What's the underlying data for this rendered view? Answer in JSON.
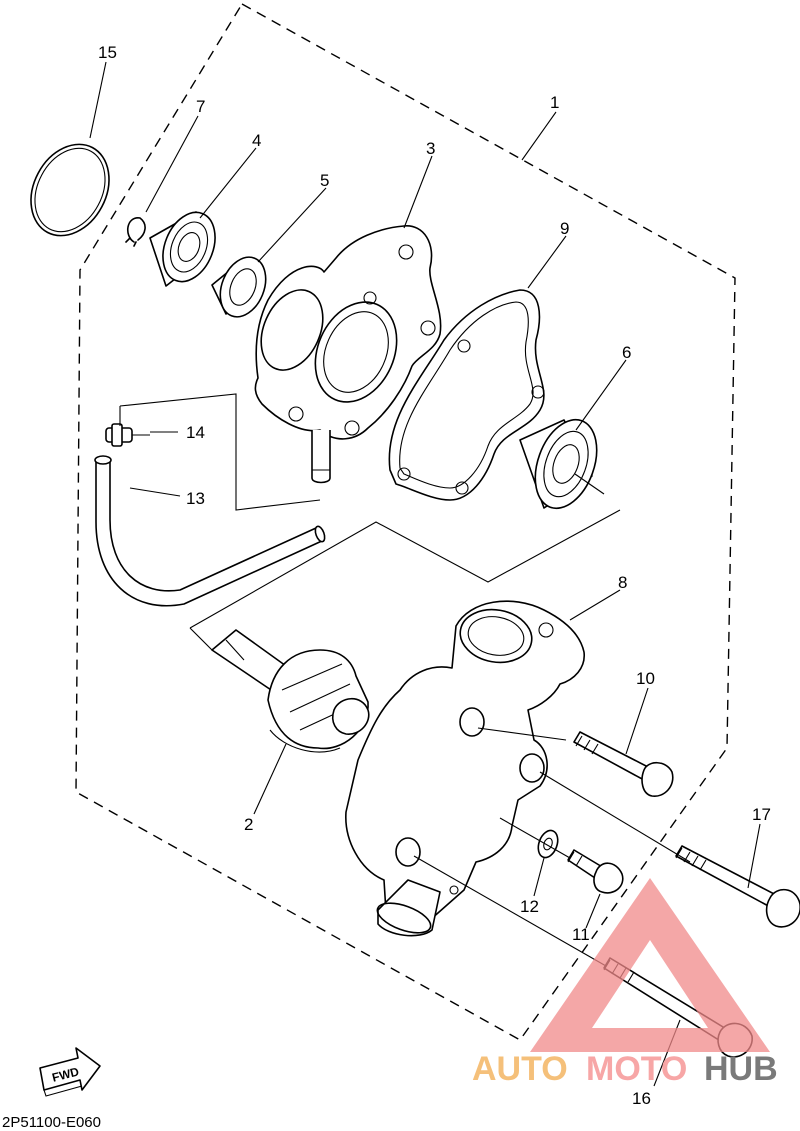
{
  "callouts": [
    "1",
    "2",
    "3",
    "4",
    "5",
    "6",
    "7",
    "8",
    "9",
    "10",
    "11",
    "12",
    "13",
    "14",
    "15",
    "16",
    "17"
  ],
  "fwd_label": "FWD",
  "diagram_code": "2P51100-E060",
  "watermark": {
    "brand_part1": "AUTO",
    "brand_part2": "MOTO",
    "brand_part3": "HUB",
    "colors": {
      "auto": "#f5c07a",
      "moto": "#f7a6a6",
      "hub": "#7a7a7a",
      "triangle": "#f08a8a"
    }
  }
}
